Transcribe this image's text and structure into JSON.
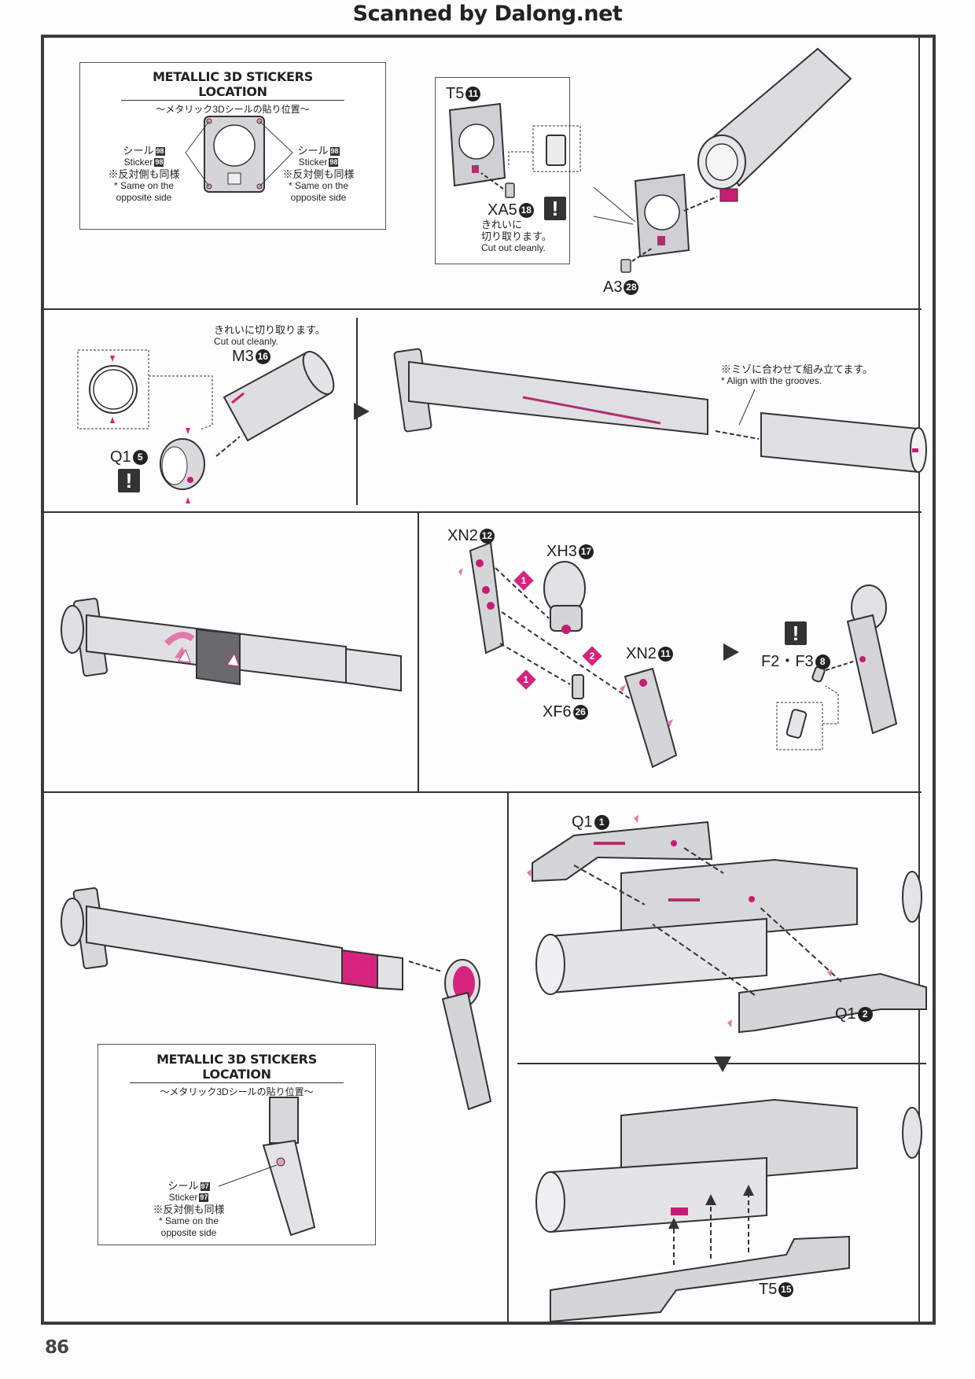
{
  "header": {
    "scan_credit": "Scanned by Dalong.net"
  },
  "page": {
    "number": "86"
  },
  "colors": {
    "accent_magenta": "#d6247e",
    "part_gray": "#d9d9dc",
    "line_dark": "#333333"
  },
  "sticker_boxes": [
    {
      "title": "METALLIC 3D STICKERS LOCATION",
      "subtitle": "〜メタリック3Dシールの貼り位置〜",
      "callouts": [
        {
          "jp": "シール",
          "num": "98",
          "en": "Sticker",
          "same_jp": "※反対側も同様",
          "same_en_1": "* Same on the",
          "same_en_2": "opposite side"
        },
        {
          "jp": "シール",
          "num": "98",
          "en": "Sticker",
          "same_jp": "※反対側も同様",
          "same_en_1": "* Same on the",
          "same_en_2": "opposite side"
        }
      ]
    },
    {
      "title": "METALLIC 3D STICKERS LOCATION",
      "subtitle": "〜メタリック3Dシールの貼り位置〜",
      "callouts": [
        {
          "jp": "シール",
          "num": "97",
          "en": "Sticker",
          "same_jp": "※反対側も同様",
          "same_en_1": "* Same on the",
          "same_en_2": "opposite side"
        }
      ]
    }
  ],
  "step1": {
    "parts": [
      {
        "code": "T5",
        "num": "11"
      },
      {
        "code": "XA5",
        "num": "18"
      },
      {
        "code": "A3",
        "num": "28"
      }
    ],
    "warning": "!",
    "cut_note_jp_1": "きれいに",
    "cut_note_jp_2": "切り取ります。",
    "cut_note_en": "Cut out cleanly."
  },
  "step2": {
    "cut_note_jp": "きれいに切り取ります。",
    "cut_note_en": "Cut out cleanly.",
    "parts": [
      {
        "code": "M3",
        "num": "16"
      },
      {
        "code": "Q1",
        "num": "5"
      }
    ],
    "warning": "!",
    "align_note_jp": "※ミゾに合わせて組み立てます。",
    "align_note_en": "* Align with the grooves."
  },
  "step3": {
    "parts": [
      {
        "code": "XN2",
        "num": "12"
      },
      {
        "code": "XH3",
        "num": "17"
      },
      {
        "code": "XN2",
        "num": "11"
      },
      {
        "code": "XF6",
        "num": "26"
      },
      {
        "code": "F2・F3",
        "num": "8"
      }
    ],
    "order_markers": [
      "1",
      "2",
      "1"
    ],
    "warning": "!"
  },
  "step4": {
    "parts": [
      {
        "code": "Q1",
        "num": "1"
      },
      {
        "code": "Q1",
        "num": "2"
      },
      {
        "code": "T5",
        "num": "15"
      }
    ]
  }
}
